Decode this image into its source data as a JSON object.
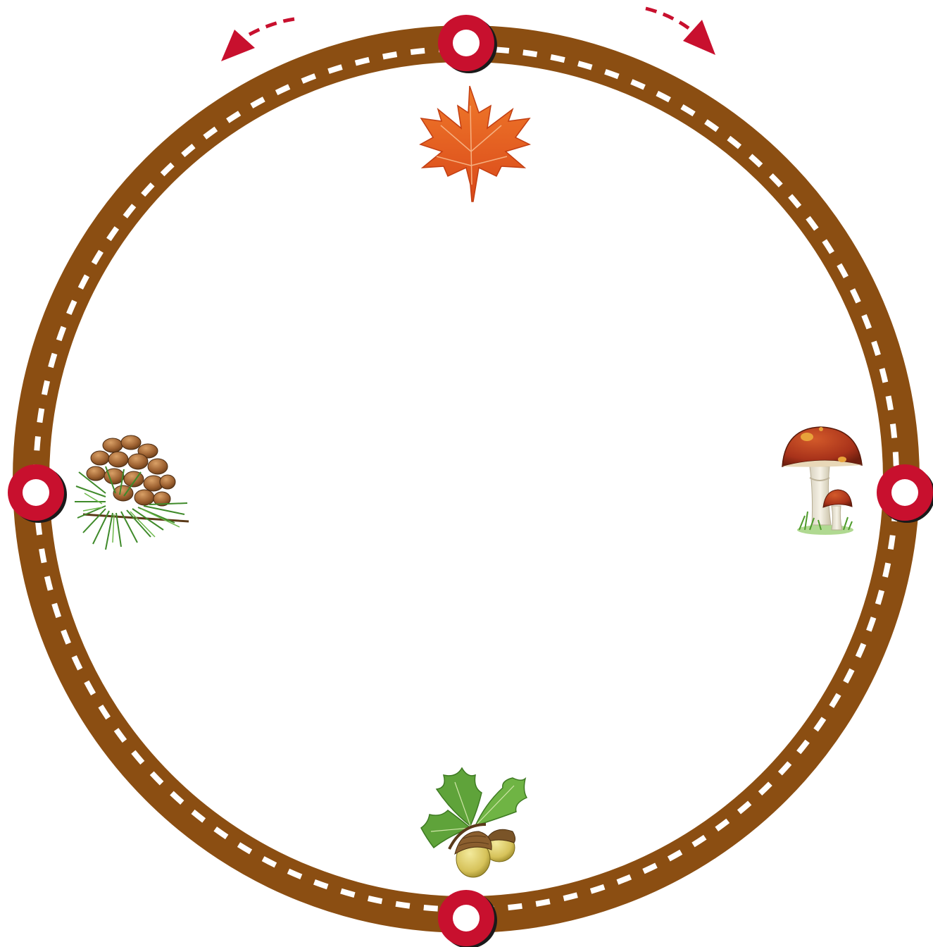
{
  "diagram": {
    "track_color": "#8B4E12",
    "dash_color": "#ffffff",
    "stop_color": "#C8102E",
    "arrow_color": "#C8102E",
    "stops": [
      {
        "id": "top"
      },
      {
        "id": "right"
      },
      {
        "id": "bottom"
      },
      {
        "id": "left"
      }
    ],
    "direction_arrows": [
      {
        "id": "counterclockwise",
        "icon": "arrow-left-icon"
      },
      {
        "id": "clockwise",
        "icon": "arrow-right-icon"
      }
    ],
    "stations": [
      {
        "id": "top",
        "icon": "maple-leaf-icon"
      },
      {
        "id": "right",
        "icon": "mushroom-icon"
      },
      {
        "id": "bottom",
        "icon": "acorn-oak-leaves-icon"
      },
      {
        "id": "left",
        "icon": "pine-cone-icon"
      }
    ]
  }
}
